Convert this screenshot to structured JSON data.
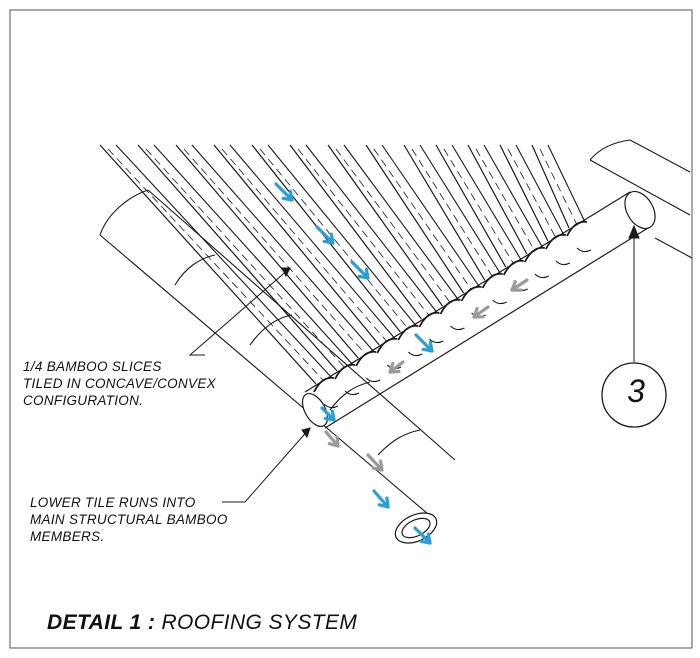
{
  "labels": {
    "bamboo_slices": [
      "1/4 BAMBOO SLICES",
      "TILED IN CONCAVE/CONVEX",
      "CONFIGURATION."
    ],
    "lower_tile": [
      "LOWER TILE RUNS INTO",
      "MAIN STRUCTURAL BAMBOO",
      "MEMBERS."
    ]
  },
  "callout": {
    "number": "3"
  },
  "title": {
    "prefix": "DETAIL 1 :",
    "text": "ROOFING SYSTEM"
  },
  "colors": {
    "line": "#1a1a1a",
    "water_flow": "#2a9fd6",
    "return_flow": "#9a9a9a"
  }
}
